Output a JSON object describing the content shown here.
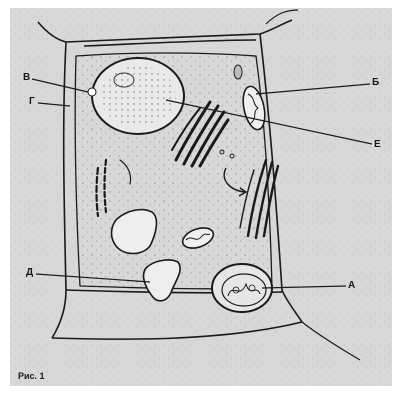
{
  "figure": {
    "caption": "Рис. 1",
    "labels": {
      "v": "В",
      "g": "Г",
      "b": "Б",
      "e": "Е",
      "d": "Д",
      "a": "А"
    }
  },
  "colors": {
    "paper": "#d8d8d8",
    "ink": "#1a1a1a",
    "wall_fill": "#e8e8e8"
  }
}
